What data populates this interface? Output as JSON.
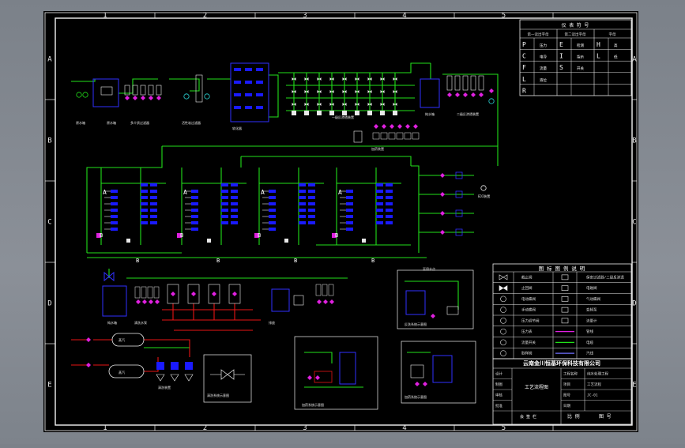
{
  "frame": {
    "col_marks": [
      "1",
      "2",
      "3",
      "4",
      "5"
    ],
    "row_marks": [
      "A",
      "B",
      "C",
      "D",
      "E"
    ]
  },
  "legend_top": {
    "title": "仪 表 符 号",
    "header": [
      "第一读出字母",
      "第二读出字母",
      "字母"
    ],
    "rows": [
      [
        "P",
        "压力",
        "E",
        "检测",
        "H",
        "高"
      ],
      [
        "C",
        "电导",
        "I",
        "指示",
        "L",
        "低"
      ],
      [
        "F",
        "流量",
        "S",
        "开关",
        "",
        ""
      ],
      [
        "L",
        "液位",
        "",
        "",
        "",
        ""
      ],
      [
        "R",
        "",
        "",
        "",
        "",
        ""
      ]
    ]
  },
  "legend_bottom": {
    "title": "图 标 图 例 说 明",
    "rows": [
      [
        "截止阀",
        "",
        "保安过滤器/二级反渗透"
      ],
      [
        "止回阀",
        "",
        "电磁阀"
      ],
      [
        "电动蝶阀",
        "",
        "气动蝶阀"
      ],
      [
        "手动蝶阀",
        "",
        "变频泵"
      ],
      [
        "压力调节阀",
        "",
        "流量计"
      ],
      [
        "压力表",
        "",
        "",
        "管线"
      ],
      [
        "流量开关",
        "",
        "",
        "电缆"
      ],
      [
        "取样阀",
        "",
        "",
        "汽线"
      ]
    ]
  },
  "title_block": {
    "company": "云南金川恒基环保科技有限公司",
    "drawing_title": "工艺流程图",
    "rows": [
      [
        "设计",
        "工程名称",
        "纯水处理工程"
      ],
      [
        "制图",
        "项目",
        "工艺流程"
      ],
      [
        "审核",
        "图号",
        "JC-01"
      ],
      [
        "批准",
        "日期",
        ""
      ]
    ],
    "footer": [
      "比 例",
      "图 号"
    ],
    "sign": "会 签 栏"
  },
  "labels": {
    "raw_tank": "原水箱",
    "mm_filter": "多介质过滤器",
    "carbon": "活性炭过滤器",
    "softener": "软化器",
    "ro1": "一级反渗透装置",
    "ro2": "二级反渗透装置",
    "edi": "EDI装置",
    "pure_tank": "纯水箱",
    "dosing": "加药装置",
    "group_a": "A",
    "group_b": "B",
    "wash": "清洗装置",
    "wash_pump": "清洗水泵",
    "drain": "排放",
    "inset1": "清洗系统示意图",
    "inset2": "加药系统示意图",
    "inset3": "反洗系统示意图",
    "steam": "蒸汽",
    "to_user": "至用水点"
  }
}
